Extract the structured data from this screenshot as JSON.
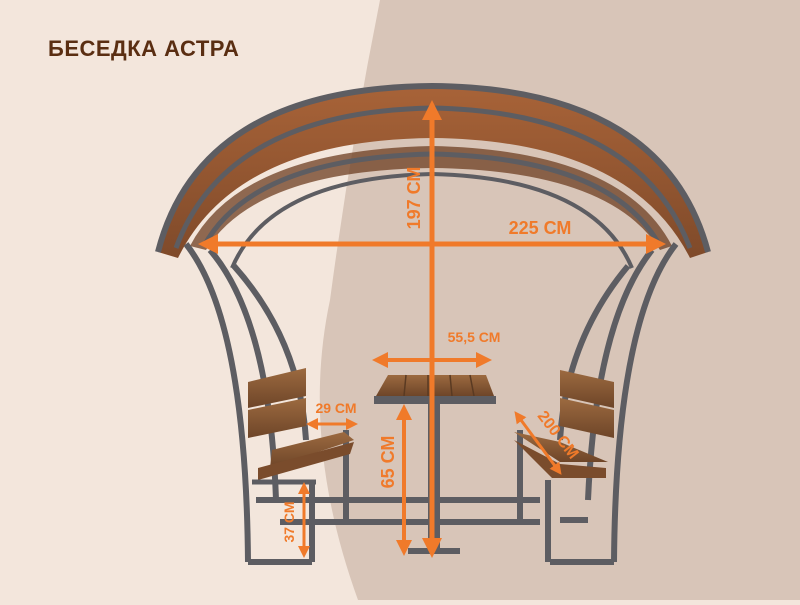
{
  "title": "БЕСЕДКА АСТРА",
  "colors": {
    "background_light": "#f3e6dc",
    "background_dark": "#d8c5b8",
    "title": "#5a2e12",
    "accent": "#f07a2a",
    "frame": "#5d5d62",
    "roof": "#9a5a33",
    "wood": "#8b5a33"
  },
  "dimensions": {
    "height": "197 СМ",
    "width": "225 СМ",
    "table_width": "55,5 СМ",
    "seat_depth": "29 СМ",
    "bench_length": "200 СМ",
    "table_height": "65 СМ",
    "seat_height": "37 СМ"
  }
}
